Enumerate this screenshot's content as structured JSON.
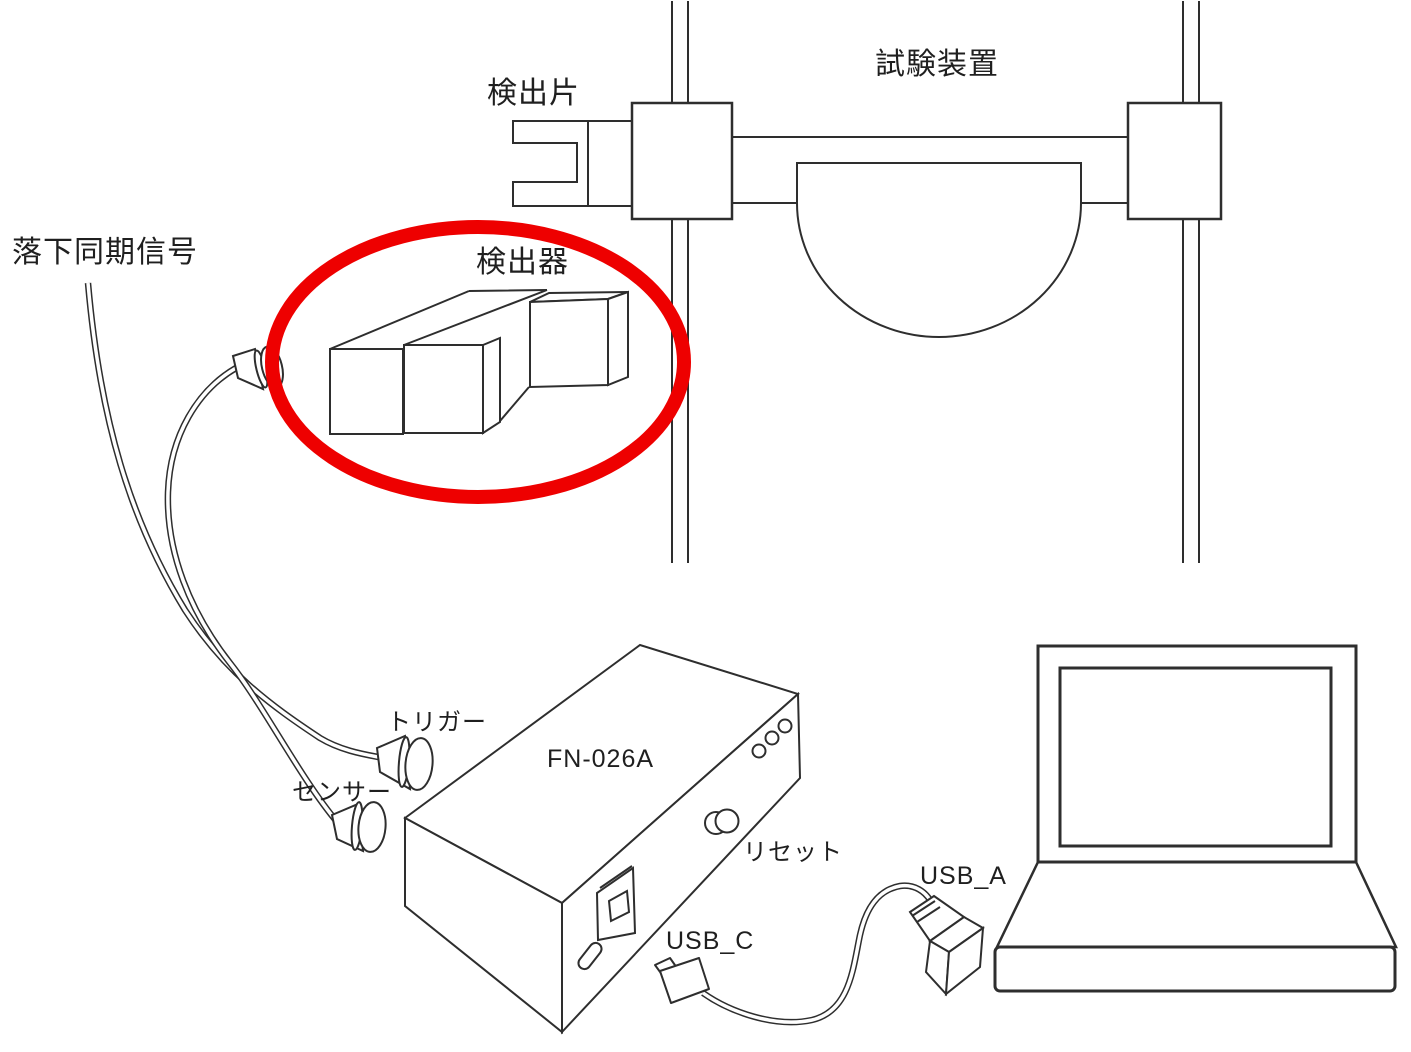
{
  "diagram": {
    "labels": {
      "drop_sync_signal": "落下同期信号",
      "detection_piece": "検出片",
      "test_apparatus": "試験装置",
      "detector": "検出器",
      "trigger": "トリガー",
      "sensor": "センサー",
      "device_model": "FN-026A",
      "reset": "リセット",
      "usb_c": "USB_C",
      "usb_a": "USB_A"
    },
    "colors": {
      "line": "#2e2e2e",
      "highlight": "#ee0000",
      "background": "#ffffff"
    }
  }
}
